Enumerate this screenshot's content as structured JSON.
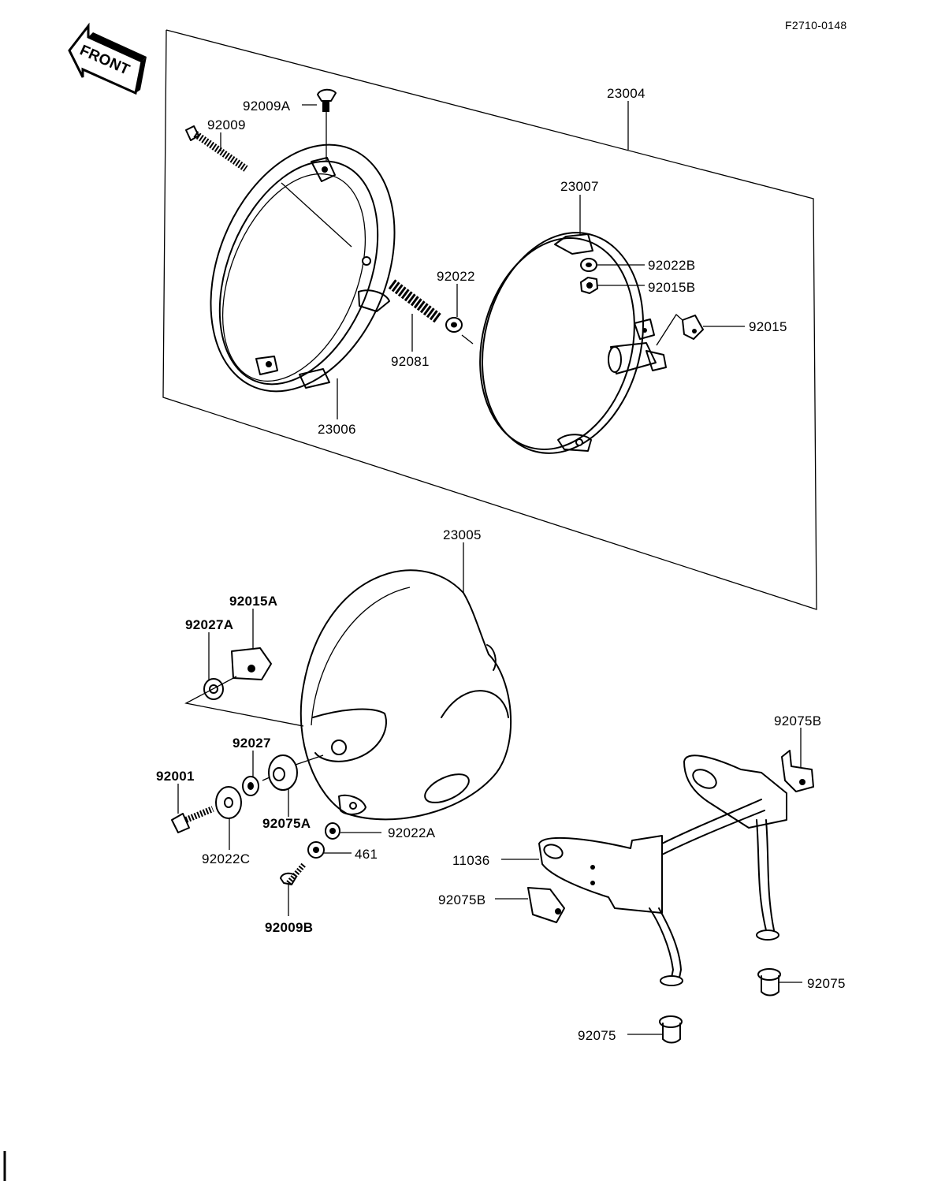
{
  "figure_code": "F2710-0148",
  "front_arrow_text": "FRONT",
  "parts": {
    "p23004": "23004",
    "p23007": "23007",
    "p92009A": "92009A",
    "p92009": "92009",
    "p92022B": "92022B",
    "p92015B": "92015B",
    "p92015": "92015",
    "p92022": "92022",
    "p92081": "92081",
    "p23006": "23006",
    "p23005": "23005",
    "p92015A": "92015A",
    "p92027A": "92027A",
    "p92075B_top": "92075B",
    "p92027": "92027",
    "p92001": "92001",
    "p92075A": "92075A",
    "p92022A": "92022A",
    "p92022C": "92022C",
    "p461": "461",
    "p11036": "11036",
    "p92075B_left": "92075B",
    "p92009B": "92009B",
    "p92075_right": "92075",
    "p92075_bottom": "92075"
  }
}
